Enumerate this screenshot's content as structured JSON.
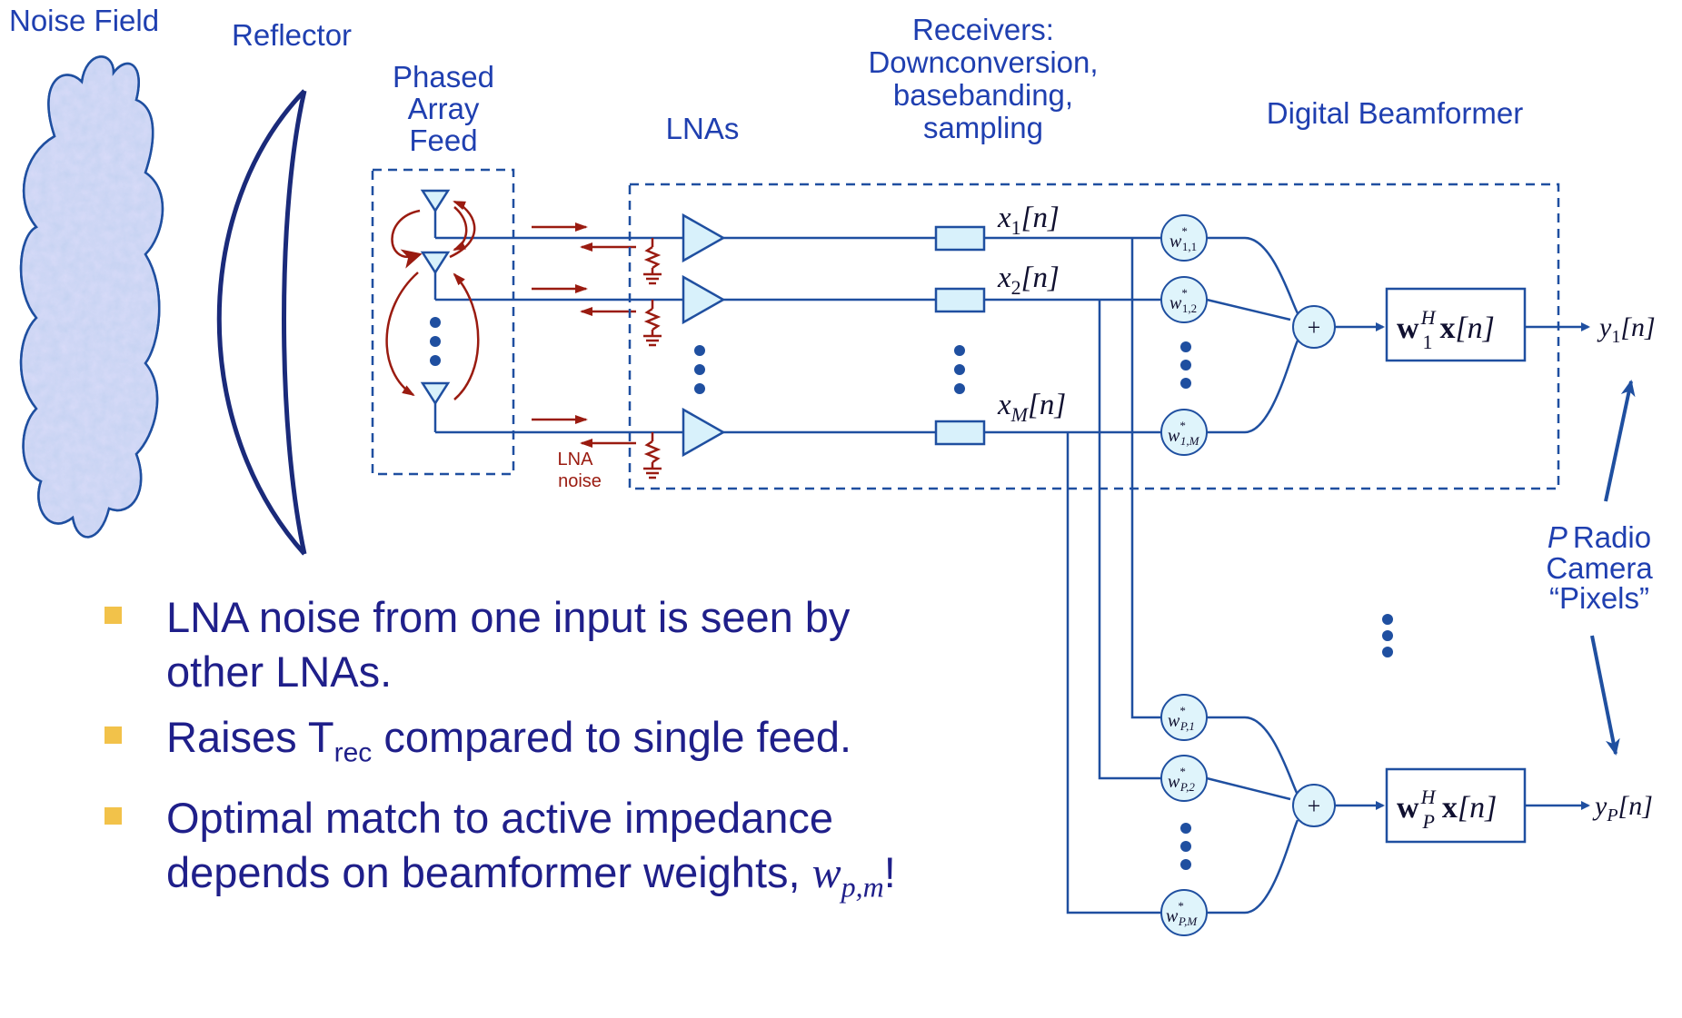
{
  "labels": {
    "noise_field": "Noise Field",
    "reflector": "Reflector",
    "phased_array_feed": [
      "Phased",
      "Array",
      "Feed"
    ],
    "lnas": "LNAs",
    "receivers": [
      "Receivers:",
      "Downconversion,",
      "basebanding,",
      "sampling"
    ],
    "digital_beamformer": "Digital Beamformer",
    "lna_noise": [
      "LNA",
      "noise"
    ],
    "pixels": [
      "P",
      "Radio",
      "Camera",
      "“Pixels”"
    ]
  },
  "signals": {
    "x1": {
      "base": "x",
      "sub": "1",
      "arg": "[n]"
    },
    "x2": {
      "base": "x",
      "sub": "2",
      "arg": "[n]"
    },
    "xM": {
      "base": "x",
      "sub": "M",
      "arg": "[n]"
    }
  },
  "weights": {
    "w11": {
      "base": "w",
      "sup": "*",
      "sub": "1,1"
    },
    "w12": {
      "base": "w",
      "sup": "*",
      "sub": "1,2"
    },
    "w1M": {
      "base": "w",
      "sup": "*",
      "sub": "1,M"
    },
    "wP1": {
      "base": "w",
      "sup": "*",
      "sub": "P,1"
    },
    "wP2": {
      "base": "w",
      "sup": "*",
      "sub": "P,2"
    },
    "wPM": {
      "base": "w",
      "sup": "*",
      "sub": "P,M"
    }
  },
  "summer_symbol": "+",
  "beamformer_boxes": {
    "top": {
      "w": "w",
      "sub": "1",
      "sup": "H",
      "x": "x",
      "arg": "[n]"
    },
    "bottom": {
      "w": "w",
      "sub": "P",
      "sup": "H",
      "x": "x",
      "arg": "[n]"
    }
  },
  "outputs": {
    "y1": {
      "base": "y",
      "sub": "1",
      "arg": "[n]"
    },
    "yP": {
      "base": "y",
      "sub": "P",
      "arg": "[n]"
    }
  },
  "bullets": [
    {
      "text": "LNA noise from one input is seen by other LNAs."
    },
    {
      "pre": "Raises T",
      "sub": "rec",
      "post": " compared to single feed."
    },
    {
      "pre": "Optimal match to active impedance depends on beamformer weights, ",
      "var": "w",
      "var_sub": "p,m",
      "post": "!"
    }
  ],
  "colors": {
    "primary_blue": "#1f4fa0",
    "label_blue": "#1f3fb0",
    "noise_red": "#9a1b10",
    "fill_cyan": "#d8f1fb",
    "bullet_marker": "#f2c24a",
    "bullet_text": "#1f1f8a"
  }
}
